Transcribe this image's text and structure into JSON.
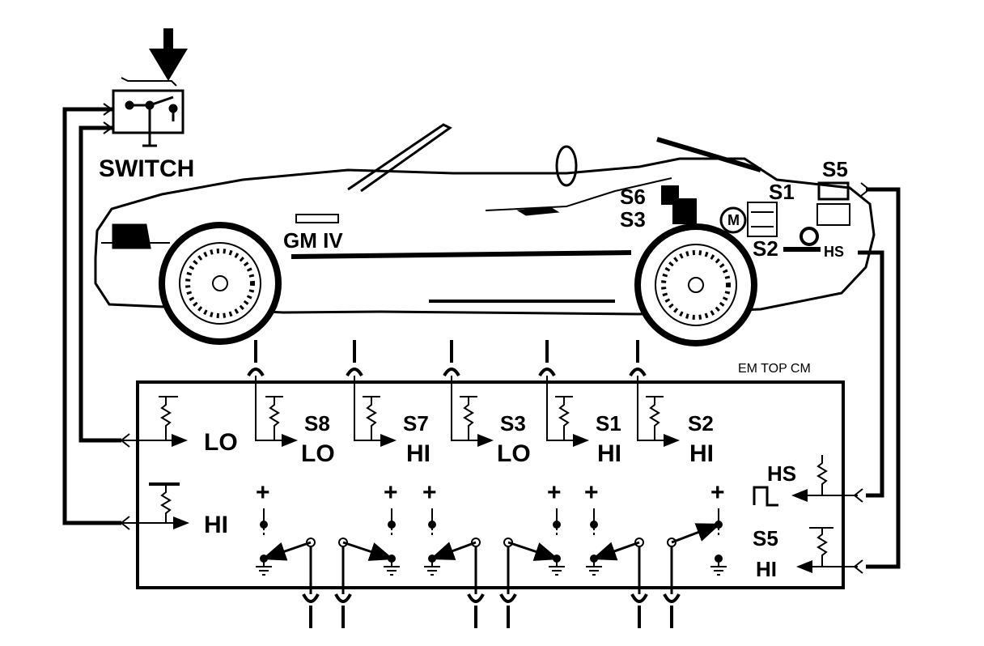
{
  "labels": {
    "switch": "SWITCH",
    "gm": "GM IV",
    "s6": "S6",
    "s3_car": "S3",
    "s1_car": "S1",
    "s5_car": "S5",
    "s2_car": "S2",
    "hs_car": "HS",
    "motor": "M",
    "module": "EM TOP CM",
    "lo_left": "LO",
    "hi_left": "HI",
    "hs_right": "HS",
    "s5_right": "S5",
    "hi_right": "HI"
  },
  "sensors": [
    {
      "name": "S8",
      "level": "LO"
    },
    {
      "name": "S7",
      "level": "HI"
    },
    {
      "name": "S3",
      "level": "LO"
    },
    {
      "name": "S1",
      "level": "HI"
    },
    {
      "name": "S2",
      "level": "HI"
    }
  ],
  "plus_symbol": "+",
  "colors": {
    "ink": "#000000",
    "paper": "#ffffff"
  }
}
